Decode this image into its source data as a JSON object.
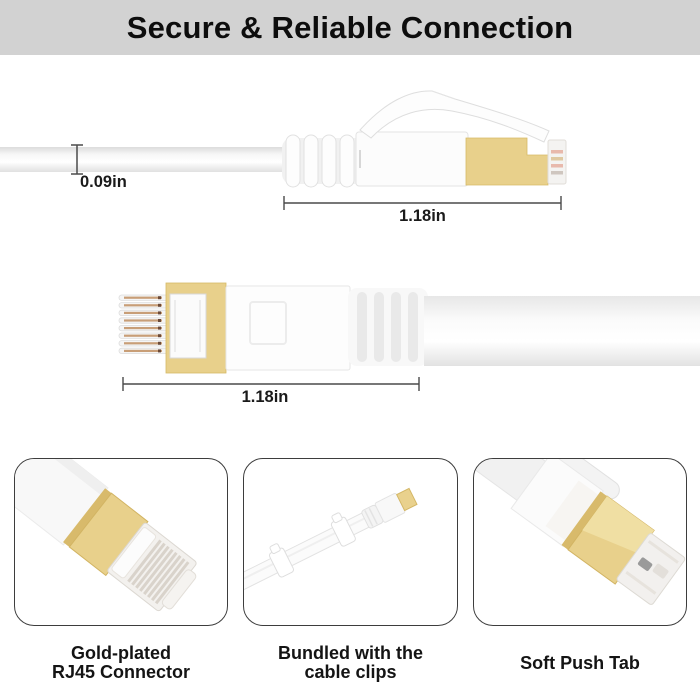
{
  "header": {
    "title": "Secure & Reliable Connection"
  },
  "measurements": {
    "cable_thickness": "0.09in",
    "top_connector_length": "1.18in",
    "mid_connector_length": "1.18in"
  },
  "features": [
    {
      "id": "gold-plated-rj45-connector",
      "label": "Gold-plated\nRJ45 Connector"
    },
    {
      "id": "bundled-cable-clips",
      "label": "Bundled with the\ncable clips"
    },
    {
      "id": "soft-push-tab",
      "label": "Soft Push Tab"
    }
  ],
  "colors": {
    "banner_bg": "#d2d2d2",
    "gold": "#e8d08b",
    "gold_edge": "#d6ba67",
    "measure_line": "#4a4a4a",
    "text": "#141414"
  }
}
